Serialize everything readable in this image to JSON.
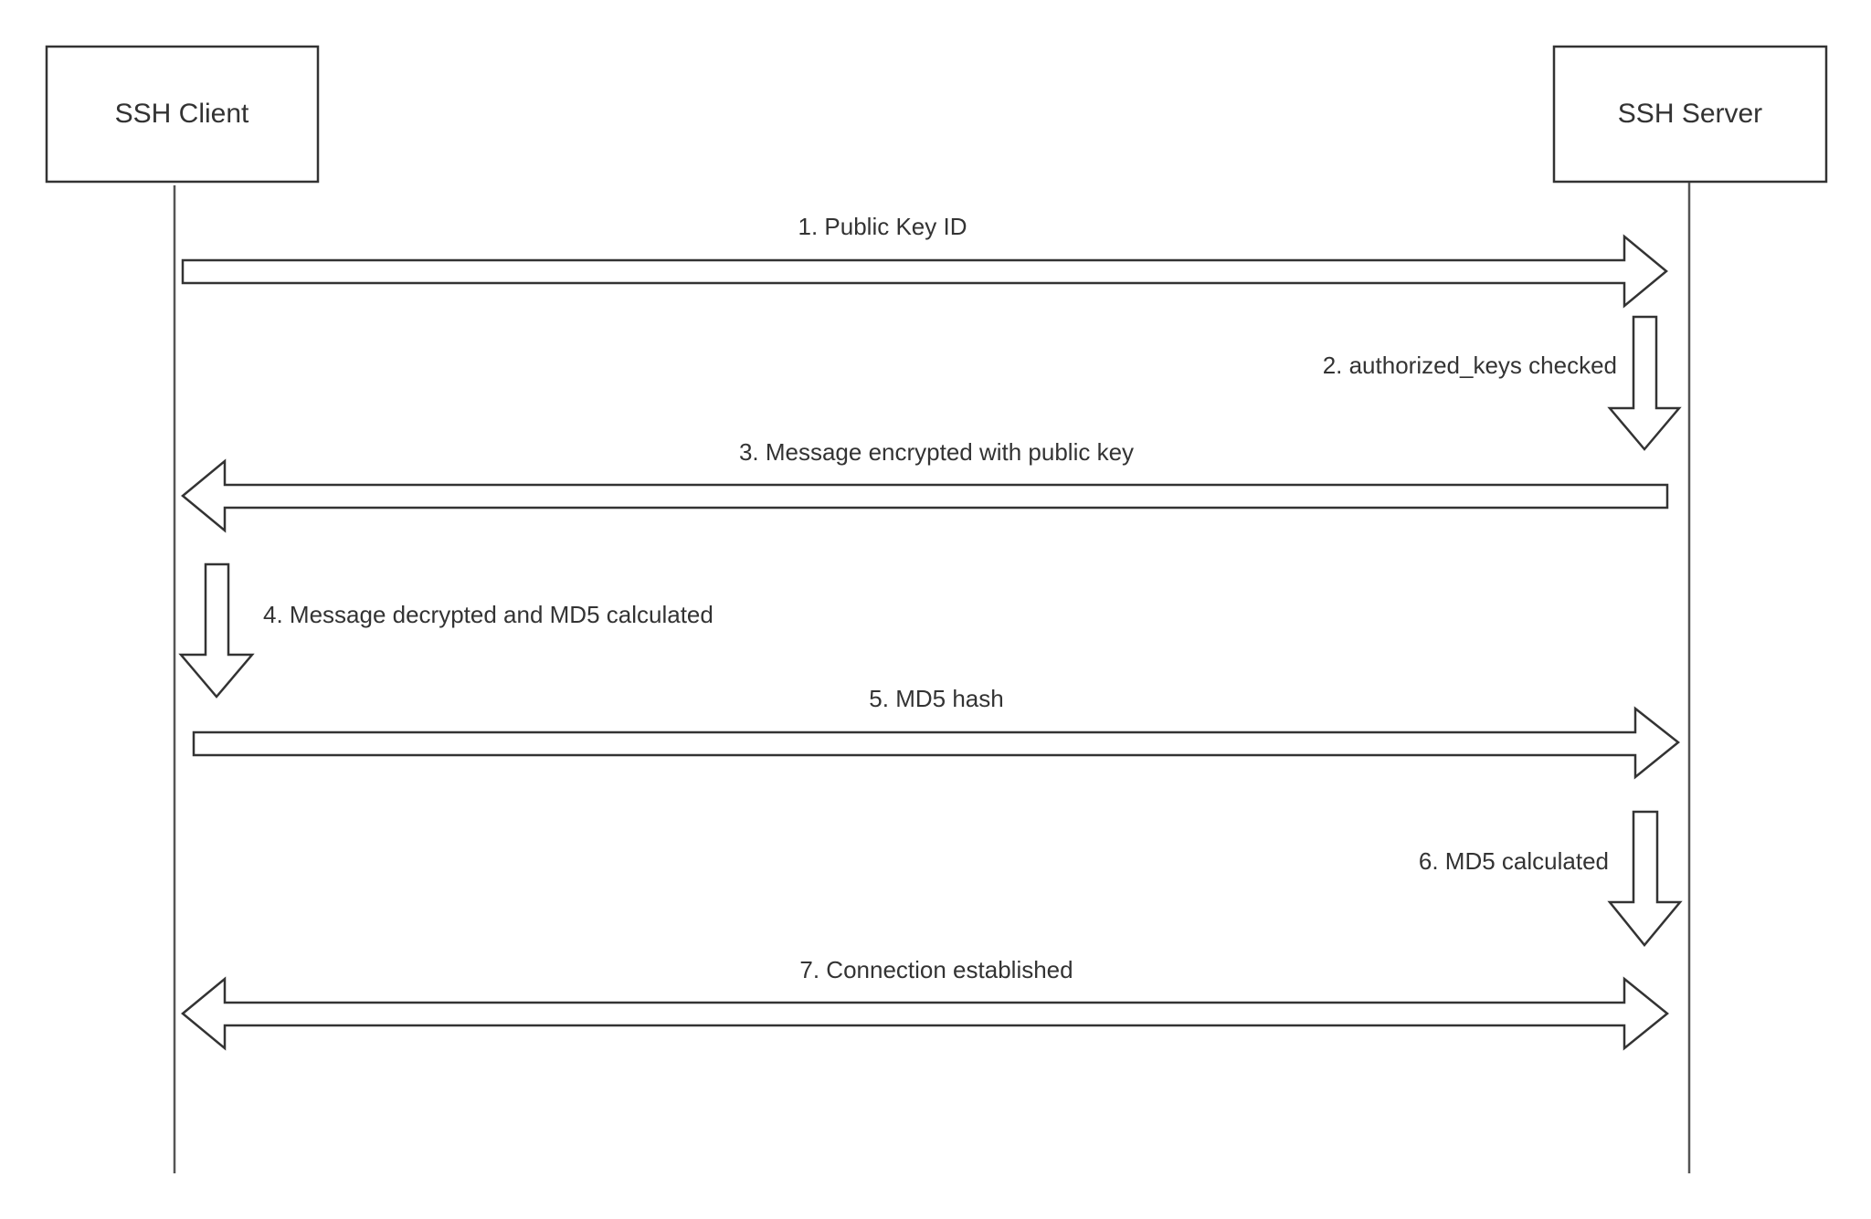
{
  "diagram": {
    "type": "sequence",
    "participants": [
      {
        "id": "client",
        "label": "SSH Client"
      },
      {
        "id": "server",
        "label": "SSH Server"
      }
    ],
    "messages": [
      {
        "step": 1,
        "label": "1. Public Key ID",
        "from": "client",
        "to": "server",
        "direction": "right"
      },
      {
        "step": 2,
        "label": "2. authorized_keys checked",
        "from": "server",
        "to": "server",
        "direction": "down"
      },
      {
        "step": 3,
        "label": "3. Message encrypted with public key",
        "from": "server",
        "to": "client",
        "direction": "left"
      },
      {
        "step": 4,
        "label": "4. Message decrypted and MD5 calculated",
        "from": "client",
        "to": "client",
        "direction": "down"
      },
      {
        "step": 5,
        "label": "5. MD5 hash",
        "from": "client",
        "to": "server",
        "direction": "right"
      },
      {
        "step": 6,
        "label": "6. MD5 calculated",
        "from": "server",
        "to": "server",
        "direction": "down"
      },
      {
        "step": 7,
        "label": "7. Connection established",
        "from": "client",
        "to": "server",
        "direction": "both"
      }
    ]
  },
  "colors": {
    "stroke": "#333333",
    "lifeline": "#555555",
    "text": "#333333",
    "background": "#ffffff"
  }
}
